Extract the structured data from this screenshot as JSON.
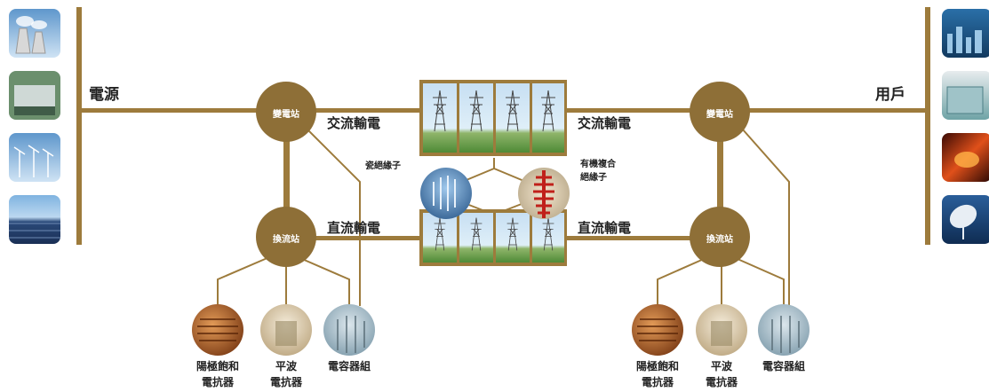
{
  "diagram": {
    "left_side_label": "電源",
    "right_side_label": "用戶",
    "substation_left": "變電站",
    "substation_right": "變電站",
    "converter_left": "換流站",
    "converter_right": "換流站",
    "ac_left": "交流輸電",
    "ac_right": "交流輸電",
    "dc_left": "直流輸電",
    "dc_right": "直流輸電",
    "porcelain_insulator": "瓷絕緣子",
    "composite_insulator_line1": "有機複合",
    "composite_insulator_line2": "絕緣子",
    "left_equipment": [
      {
        "line1": "陽極飽和",
        "line2": "電抗器"
      },
      {
        "line1": "平波",
        "line2": "電抗器"
      },
      {
        "line1": "電容器組",
        "line2": ""
      }
    ],
    "right_equipment": [
      {
        "line1": "陽極飽和",
        "line2": "電抗器"
      },
      {
        "line1": "平波",
        "line2": "電抗器"
      },
      {
        "line1": "電容器組",
        "line2": ""
      }
    ]
  },
  "colors": {
    "line": "#9d7b3c",
    "node": "#8e6f37",
    "panel_border": "#9d7b3c"
  }
}
